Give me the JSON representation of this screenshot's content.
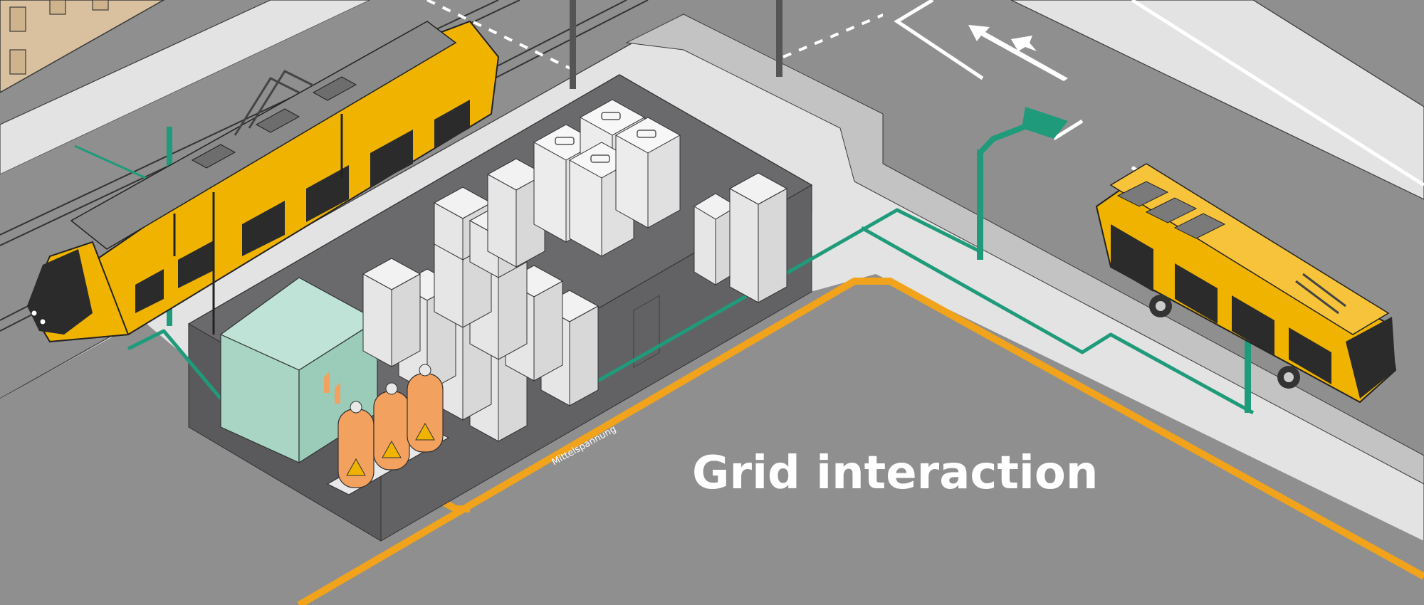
{
  "title": "Grid interaction",
  "cable_label": "Mittelspannung",
  "icons": [
    "tram",
    "trolleybus",
    "substation",
    "transformer",
    "battery-storage",
    "charging-mast",
    "overhead-line",
    "bidirectional-arrow-icon",
    "high-voltage-warning-icon",
    "lane-arrow-icon"
  ],
  "colors": {
    "road": "#8e8f8e",
    "sidewalk": "#e3e3e3",
    "curb": "#c2c3c2",
    "building_facade": "#d9c19f",
    "substation_floor": "#656467",
    "vehicle_yellow": "#f0b400",
    "grid_line_green": "#1f9b7b",
    "medium_voltage_orange": "#f0a31b",
    "transformer_orange": "#f3a15f",
    "converter_mint": "#a8d5c4",
    "storage_white": "#f2f2f2"
  }
}
